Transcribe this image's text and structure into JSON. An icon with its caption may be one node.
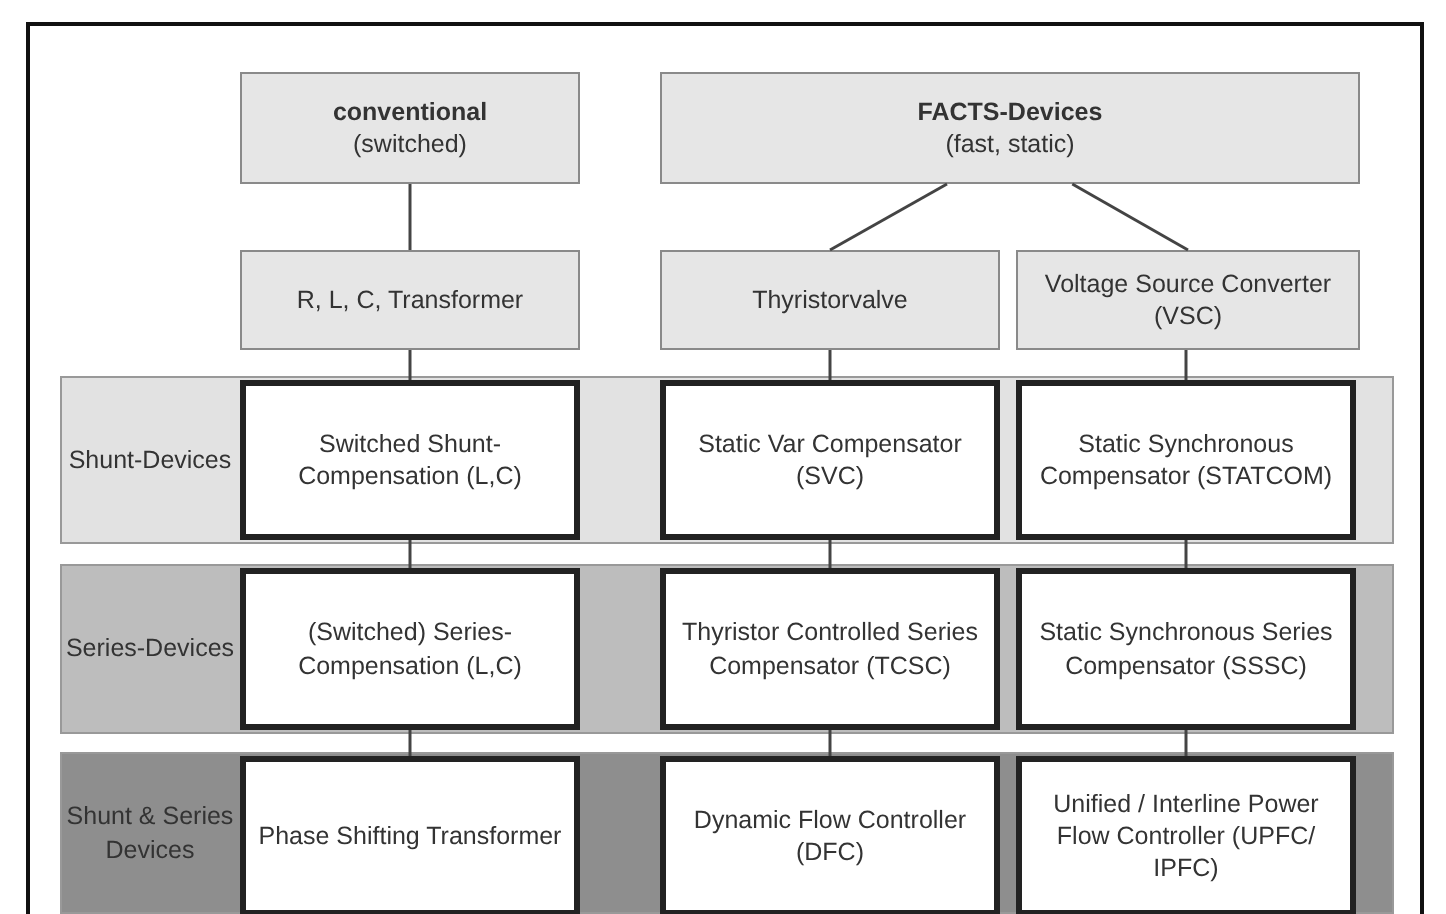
{
  "diagram": {
    "nodes": [
      {
        "text": [
          "conventional",
          "(switched)"
        ]
      },
      {
        "text": [
          "FACTS-Devices",
          "(fast, static)"
        ]
      },
      {
        "text": [
          "R, L, C, Transformer"
        ]
      },
      {
        "text": [
          "Thyristorvalve"
        ]
      },
      {
        "text": [
          "Voltage Source Converter (VSC)"
        ]
      },
      {
        "text": [
          "Shunt-Devices"
        ]
      },
      {
        "text": [
          "Switched Shunt-Compensation (L,C)"
        ],
        "in": 5
      },
      {
        "text": [
          "Static Var Compensator (SVC)"
        ],
        "in": 5
      },
      {
        "text": [
          "Static Synchronous Compensator (STATCOM)"
        ],
        "in": 5
      },
      {
        "text": [
          "Series-Devices"
        ]
      },
      {
        "text": [
          "(Switched) Series-Compensation (L,C)"
        ],
        "in": 9
      },
      {
        "text": [
          "Thyristor Controlled Series Compensator (TCSC)"
        ],
        "in": 9
      },
      {
        "text": [
          "Static Synchronous Series Compensator (SSSC)"
        ],
        "in": 9
      },
      {
        "text": [
          "Shunt & Series Devices"
        ]
      },
      {
        "text": [
          "Phase Shifting Transformer"
        ],
        "in": 13
      },
      {
        "text": [
          "Dynamic Flow Controller (DFC)"
        ],
        "in": 13
      },
      {
        "text": [
          "Unified / Interline Power Flow Controller (UPFC/ IPFC)"
        ],
        "in": 13
      }
    ],
    "edges": [
      {
        "from": 0,
        "to": 2,
        "arrow": "none"
      },
      {
        "from": 1,
        "to": 3,
        "arrow": "none"
      },
      {
        "from": 1,
        "to": 4,
        "arrow": "none"
      },
      {
        "from": 2,
        "to": 6,
        "arrow": "none"
      },
      {
        "from": 3,
        "to": 7,
        "arrow": "none"
      },
      {
        "from": 4,
        "to": 8,
        "arrow": "none"
      },
      {
        "from": 6,
        "to": 10,
        "arrow": "none"
      },
      {
        "from": 7,
        "to": 11,
        "arrow": "none"
      },
      {
        "from": 8,
        "to": 12,
        "arrow": "none"
      },
      {
        "from": 10,
        "to": 14,
        "arrow": "none"
      },
      {
        "from": 11,
        "to": 15,
        "arrow": "none"
      },
      {
        "from": 12,
        "to": 16,
        "arrow": "none"
      }
    ]
  }
}
